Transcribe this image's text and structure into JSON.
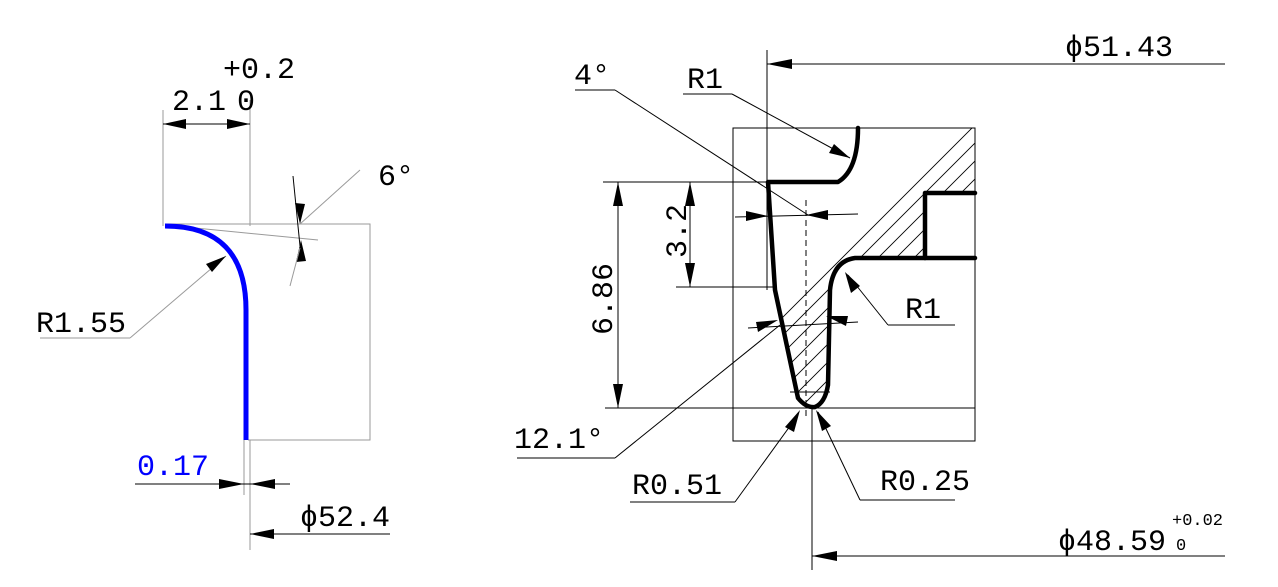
{
  "left_view": {
    "dim_width": "2.1",
    "dim_width_tol_upper": "+0.2",
    "dim_width_tol_lower": "0",
    "angle": "6°",
    "radius": "R1.55",
    "offset": "0.17",
    "diameter": "ϕ52.4",
    "colors": {
      "profile": "#0000ff",
      "offset_text": "#0000ff"
    }
  },
  "right_view": {
    "angle_top": "4°",
    "radius_top": "R1",
    "diameter_top": "ϕ51.43",
    "depth_small": "3.2",
    "depth_total": "6.86",
    "radius_right": "R1",
    "angle_bottom": "12.1°",
    "radius_bottom_left": "R0.51",
    "radius_bottom_right": "R0.25",
    "diameter_bottom": "ϕ48.59",
    "diameter_bottom_tol_upper": "+0.02",
    "diameter_bottom_tol_lower": "0"
  }
}
